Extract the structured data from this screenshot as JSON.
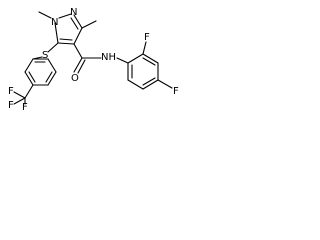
{
  "structure": {
    "atom_labels": {
      "n1": "N",
      "n2": "N",
      "methyl_n": "",
      "methyl_c3": "",
      "sulfur": "S",
      "carbonyl_o": "O",
      "amide_nh": "NH",
      "fluorine_ortho": "F",
      "fluorine_para": "F",
      "cf3_f1": "F",
      "cf3_f2": "F",
      "cf3_f3": "F"
    }
  },
  "colors": {
    "ink": "#000000",
    "background": "#ffffff"
  }
}
